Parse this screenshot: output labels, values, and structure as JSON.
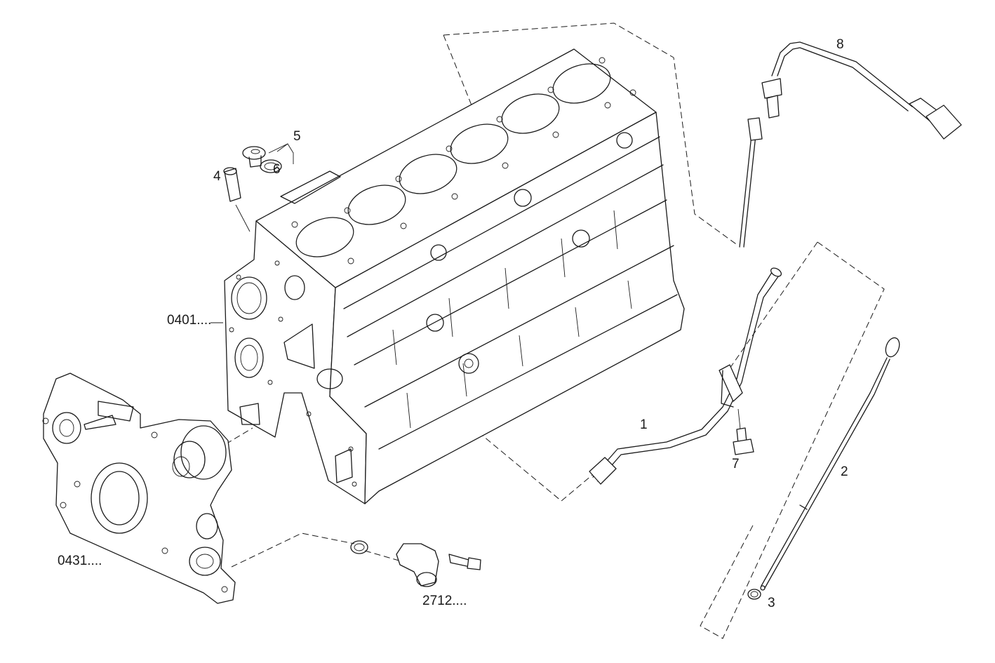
{
  "labels": {
    "item_1": "1",
    "item_2": "2",
    "item_3": "3",
    "item_4": "4",
    "item_5": "5",
    "item_6": "6",
    "item_7": "7",
    "item_8": "8",
    "ref_0401": "0401....",
    "ref_0431": "0431....",
    "ref_2712": "2712...."
  },
  "icons": {
    "engine_block": "engine-block-icon",
    "timing_cover": "timing-cover-icon",
    "dipstick_tube": "dipstick-tube-icon",
    "dipstick": "dipstick-icon",
    "sensor": "oil-level-sensor-icon",
    "elbow": "coolant-elbow-icon"
  },
  "colors": {
    "line": "#1a1a1a",
    "background": "#ffffff"
  }
}
